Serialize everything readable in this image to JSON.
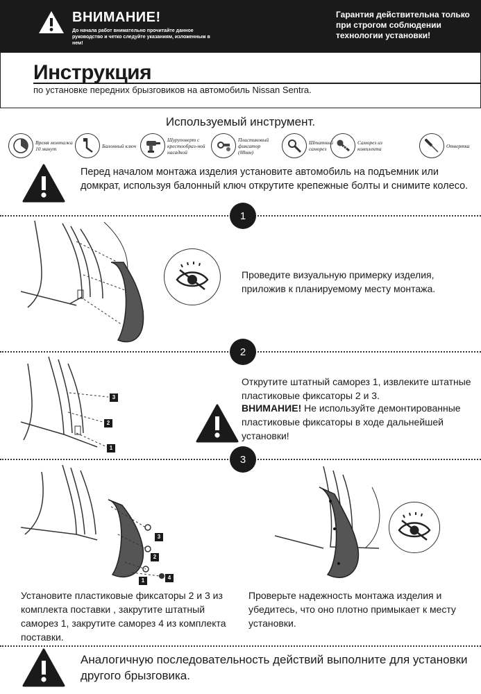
{
  "banner": {
    "title": "ВНИМАНИЕ!",
    "subtitle": "До начала работ внимательно прочитайте данное руководство и четко следуйте указаниям, изложенным в нем!",
    "guarantee": "Гарантия действительна только при строгом соблюдении технологии установки!"
  },
  "header": {
    "title": "Инструкция",
    "subtitle": "по установке передних брызговиков на автомобиль Nissan Sentra."
  },
  "tools": {
    "heading": "Используемый инструмент.",
    "items": [
      {
        "label": "Время монтажа 10 минут",
        "icon": "clock-icon"
      },
      {
        "label": "Балонный ключ",
        "icon": "lug-wrench-icon"
      },
      {
        "label": "Шуруповерт с крестообраз-ной насадкой",
        "icon": "drill-icon"
      },
      {
        "label": "Пластиковый фиксатор (08мм)",
        "icon": "plastic-clip-icon"
      },
      {
        "label": "Штатный саморез",
        "icon": "stock-screw-icon"
      },
      {
        "label": "Саморез из комплекта",
        "icon": "kit-screw-icon"
      },
      {
        "label": "Отвертка",
        "icon": "screwdriver-icon"
      }
    ]
  },
  "intro": {
    "text": "Перед началом монтажа изделия установите автомобиль  на подъемник или домкрат,  используя балонный ключ открутите крепежные болты и снимите колесо."
  },
  "steps": [
    {
      "number": "1",
      "text": "Проведите визуальную примерку изделия, приложив к планируемому месту монтажа."
    },
    {
      "number": "2",
      "text": "Открутите штатный саморез 1, извлеките штатные пластиковые фиксаторы 2 и 3.",
      "warning_label": "ВНИМАНИЕ!",
      "warning_text": " Не используйте демонтированные пластиковые фиксаторы в ходе дальнейшей установки!",
      "callouts": [
        "3",
        "2",
        "1"
      ]
    },
    {
      "number": "3",
      "text_left": "Установите пластиковые фиксаторы 2 и 3 из комплекта поставки , закрутите штатный саморез 1, закрутите саморез 4 из комплекта поставки.",
      "text_right": "Проверьте надежность монтажа изделия и убедитесь, что оно плотно примыкает к месту установки.",
      "callouts": [
        "3",
        "2",
        "1",
        "4"
      ]
    }
  ],
  "footer": {
    "text": "Аналогичную последовательность действий выполните для установки другого брызговика."
  },
  "colors": {
    "ink": "#1a1a1a",
    "paper": "#ffffff",
    "mudflap": "#555555"
  }
}
